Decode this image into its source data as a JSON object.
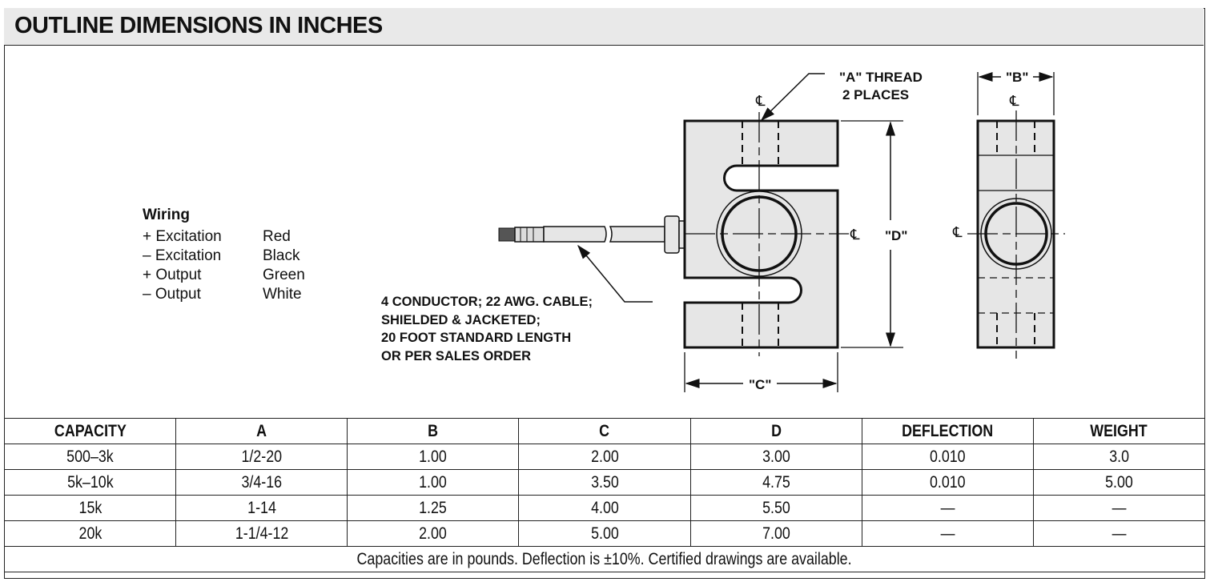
{
  "header": {
    "title": "OUTLINE DIMENSIONS IN INCHES"
  },
  "wiring": {
    "title": "Wiring",
    "rows": [
      {
        "signal": "+ Excitation",
        "color": "Red"
      },
      {
        "signal": "– Excitation",
        "color": "Black"
      },
      {
        "signal": "+ Output",
        "color": "Green"
      },
      {
        "signal": "– Output",
        "color": "White"
      }
    ]
  },
  "drawing": {
    "thread_label_1": "\"A\" THREAD",
    "thread_label_2": "2 PLACES",
    "dim_b": "\"B\"",
    "dim_c": "\"C\"",
    "dim_d": "\"D\"",
    "centerline_symbol": "℄",
    "cable_note": [
      "4 CONDUCTOR; 22 AWG. CABLE;",
      "SHIELDED & JACKETED;",
      "20 FOOT STANDARD LENGTH",
      "OR PER SALES ORDER"
    ]
  },
  "table": {
    "headers": [
      "CAPACITY",
      "A",
      "B",
      "C",
      "D",
      "DEFLECTION",
      "WEIGHT"
    ],
    "rows": [
      [
        "500–3k",
        "1/2-20",
        "1.00",
        "2.00",
        "3.00",
        "0.010",
        "3.0"
      ],
      [
        "5k–10k",
        "3/4-16",
        "1.00",
        "3.50",
        "4.75",
        "0.010",
        "5.00"
      ],
      [
        "15k",
        "1-14",
        "1.25",
        "4.00",
        "5.50",
        "—",
        "—"
      ],
      [
        "20k",
        "1-1/4-12",
        "2.00",
        "5.00",
        "7.00",
        "—",
        "—"
      ]
    ],
    "footnote": "Capacities are in pounds. Deflection is ±10%. Certified drawings are available."
  }
}
